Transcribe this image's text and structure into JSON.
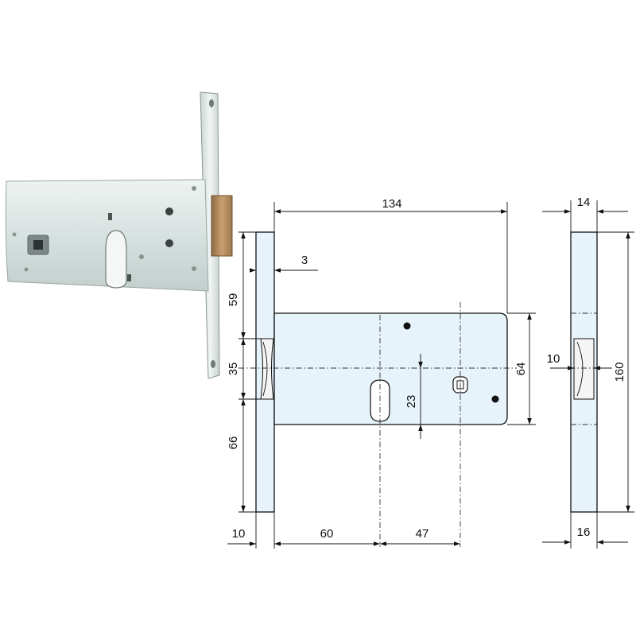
{
  "dimensions": {
    "overall_width": "134",
    "faceplate_thickness": "3",
    "top_to_latch": "59",
    "latch_height": "35",
    "latch_to_bottom": "66",
    "backset_latch": "10",
    "backset_cylinder": "60",
    "cylinder_to_handle": "47",
    "case_height": "64",
    "cylinder_offset": "23",
    "side_top_width": "14",
    "side_latch_width": "10",
    "side_bottom_width": "16",
    "faceplate_height": "160"
  },
  "colors": {
    "lock_body": "#e6f3fb",
    "photo_case": "#d9e3e1",
    "photo_faceplate": "#e2ebe8",
    "latch_brass": "#b58c5e",
    "lines": "#111111"
  }
}
